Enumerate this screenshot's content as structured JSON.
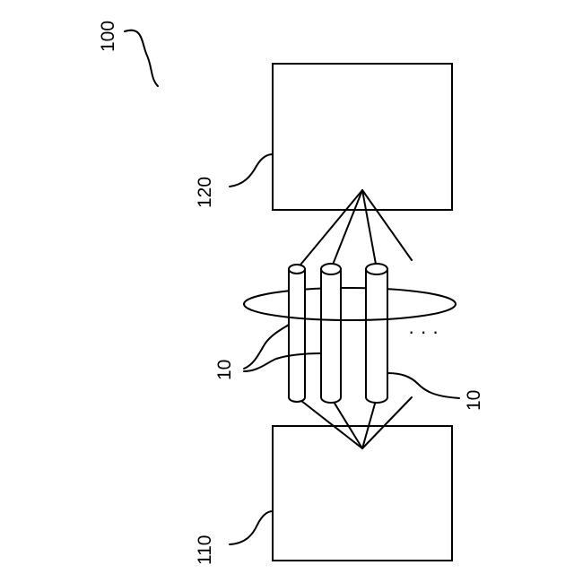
{
  "labels": {
    "system": "100",
    "top_box": "120",
    "bottom_box": "110",
    "rods_left": "10",
    "rods_right": "10",
    "continuation": "· · ·"
  }
}
